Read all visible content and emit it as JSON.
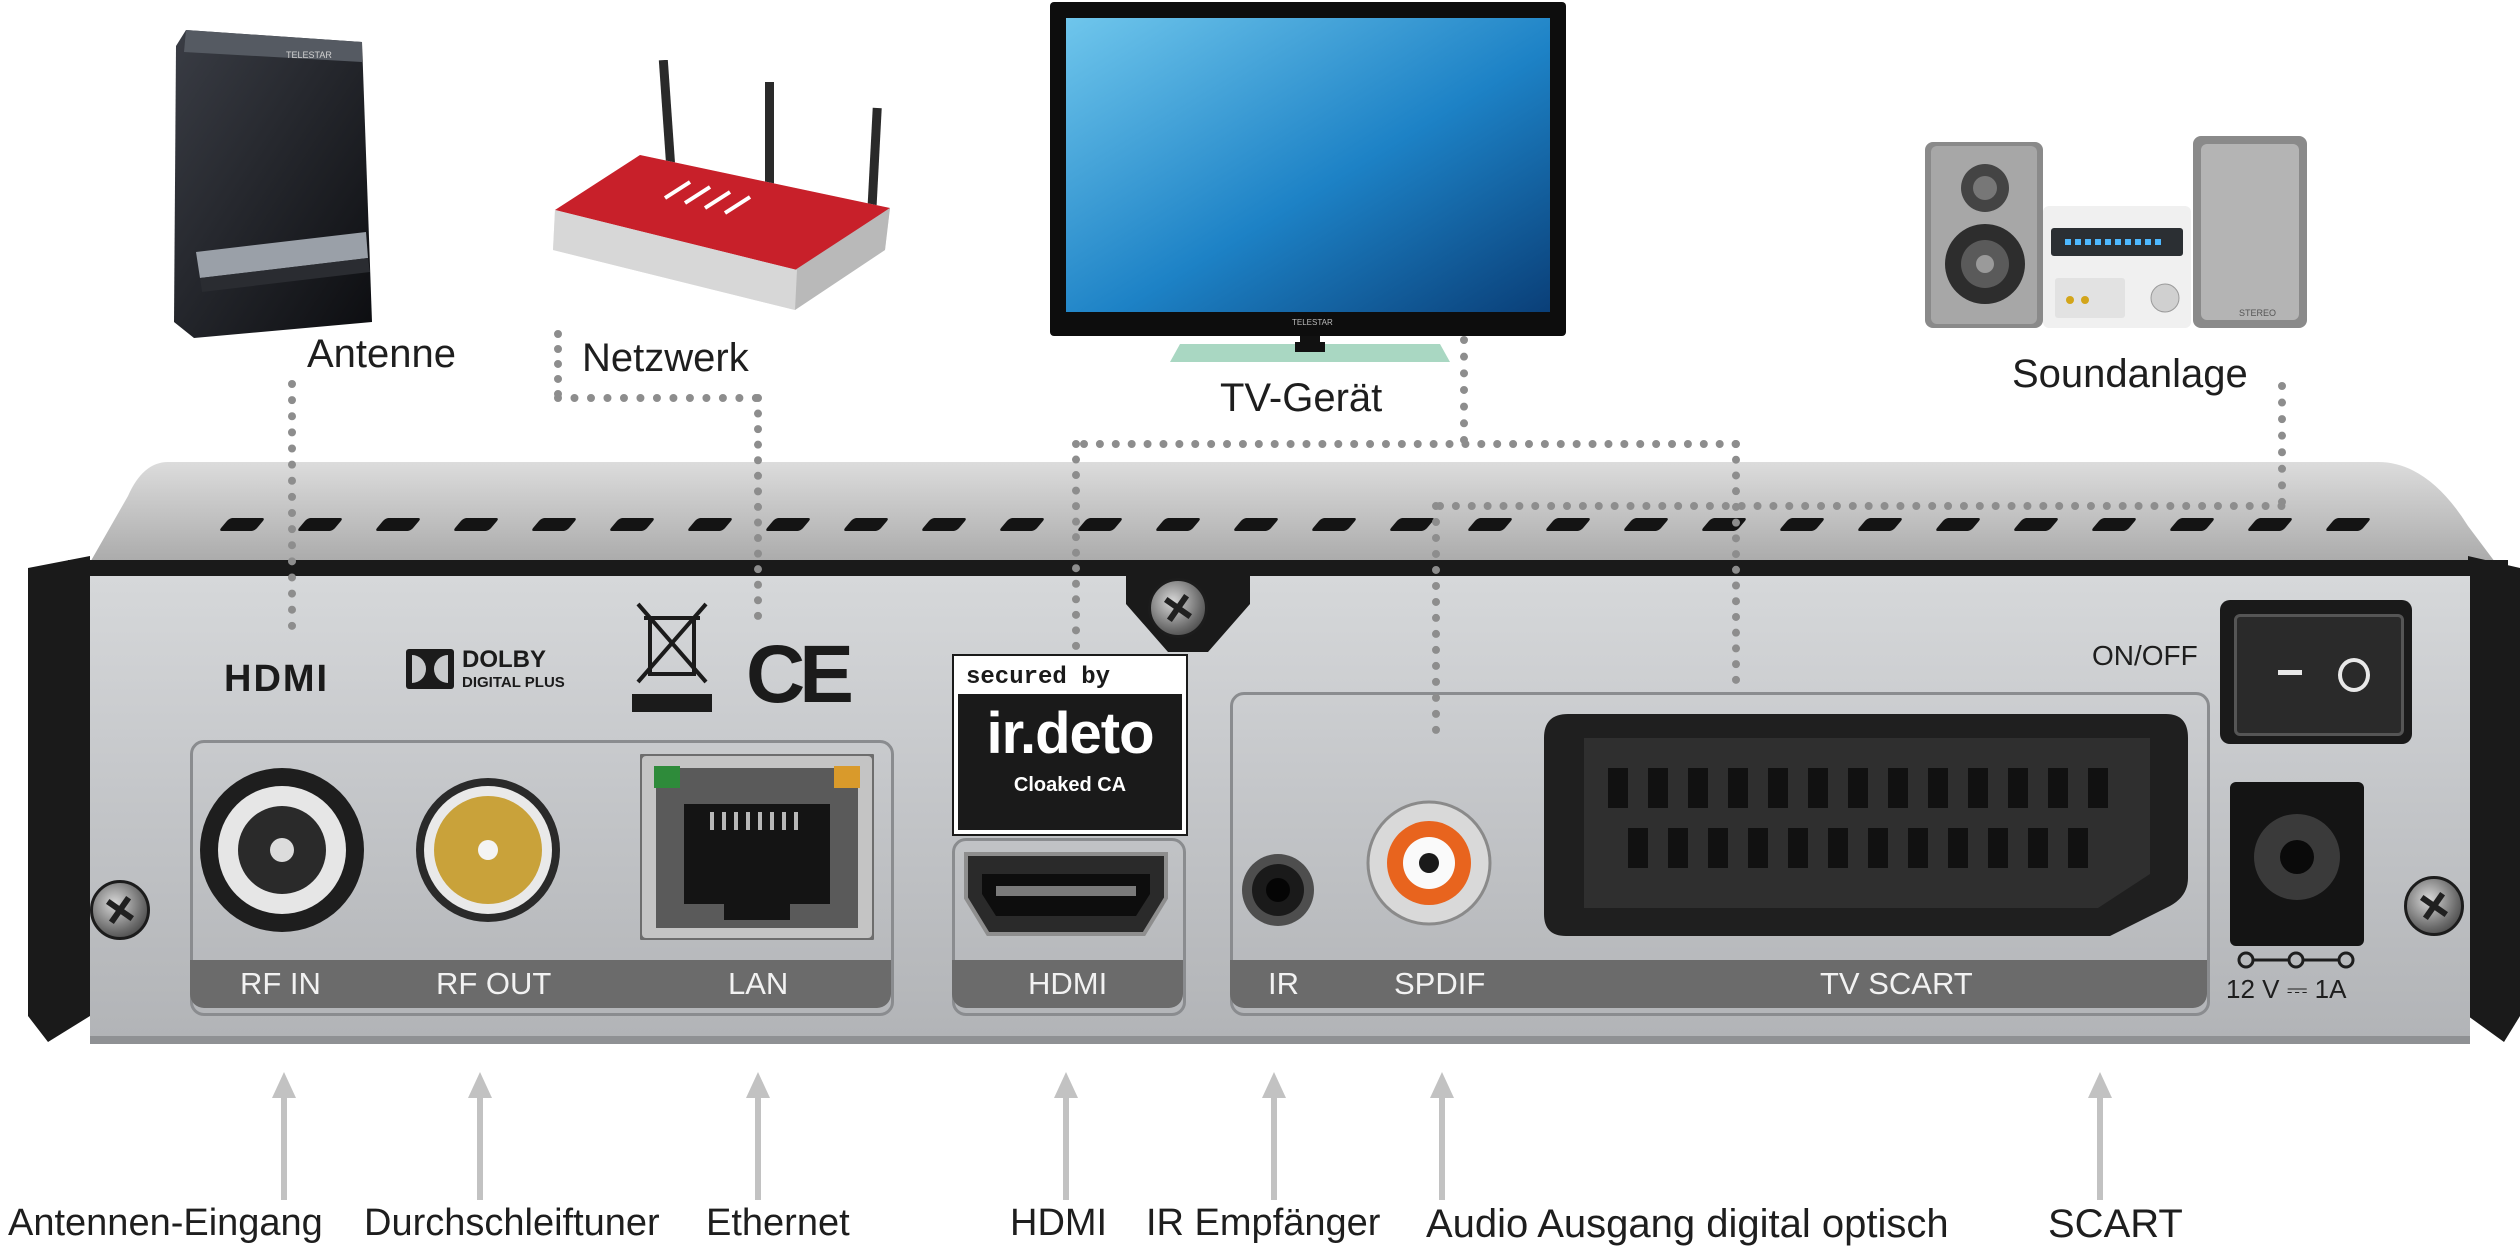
{
  "devices": {
    "antenna": "Antenne",
    "network": "Netzwerk",
    "tv": "TV-Gerät",
    "sound": "Soundanlage"
  },
  "brand": {
    "antenna_brand": "TELESTAR",
    "tv_brand": "TELESTAR",
    "speaker_brand": "STEREO"
  },
  "panel": {
    "hdmi_logo": "HDMI",
    "dolby_top": "DOLBY",
    "dolby_bottom": "DIGITAL PLUS",
    "ce_mark": "CE",
    "irdeto_secured": "secured by",
    "irdeto_name": "ir.deto",
    "irdeto_sub": "Cloaked CA",
    "on_off": "ON/OFF",
    "power_rating": "12 V ⎓ 1A"
  },
  "ports": [
    {
      "id": "rf-in",
      "label": "RF IN"
    },
    {
      "id": "rf-out",
      "label": "RF OUT"
    },
    {
      "id": "lan",
      "label": "LAN"
    },
    {
      "id": "hdmi",
      "label": "HDMI"
    },
    {
      "id": "ir",
      "label": "IR"
    },
    {
      "id": "spdif",
      "label": "SPDIF"
    },
    {
      "id": "tv-scart",
      "label": "TV SCART"
    }
  ],
  "descriptions": [
    "Antennen-Eingang",
    "Durchschleiftuner",
    "Ethernet",
    "HDMI",
    "IR Empfänger",
    "Audio Ausgang digital optisch",
    "SCART"
  ],
  "colors": {
    "router_red": "#c8202a",
    "rca_orange": "#e8641e",
    "coax_gold": "#c9a23a",
    "led_green": "#2e8b3a",
    "led_amber": "#d99a2b"
  }
}
